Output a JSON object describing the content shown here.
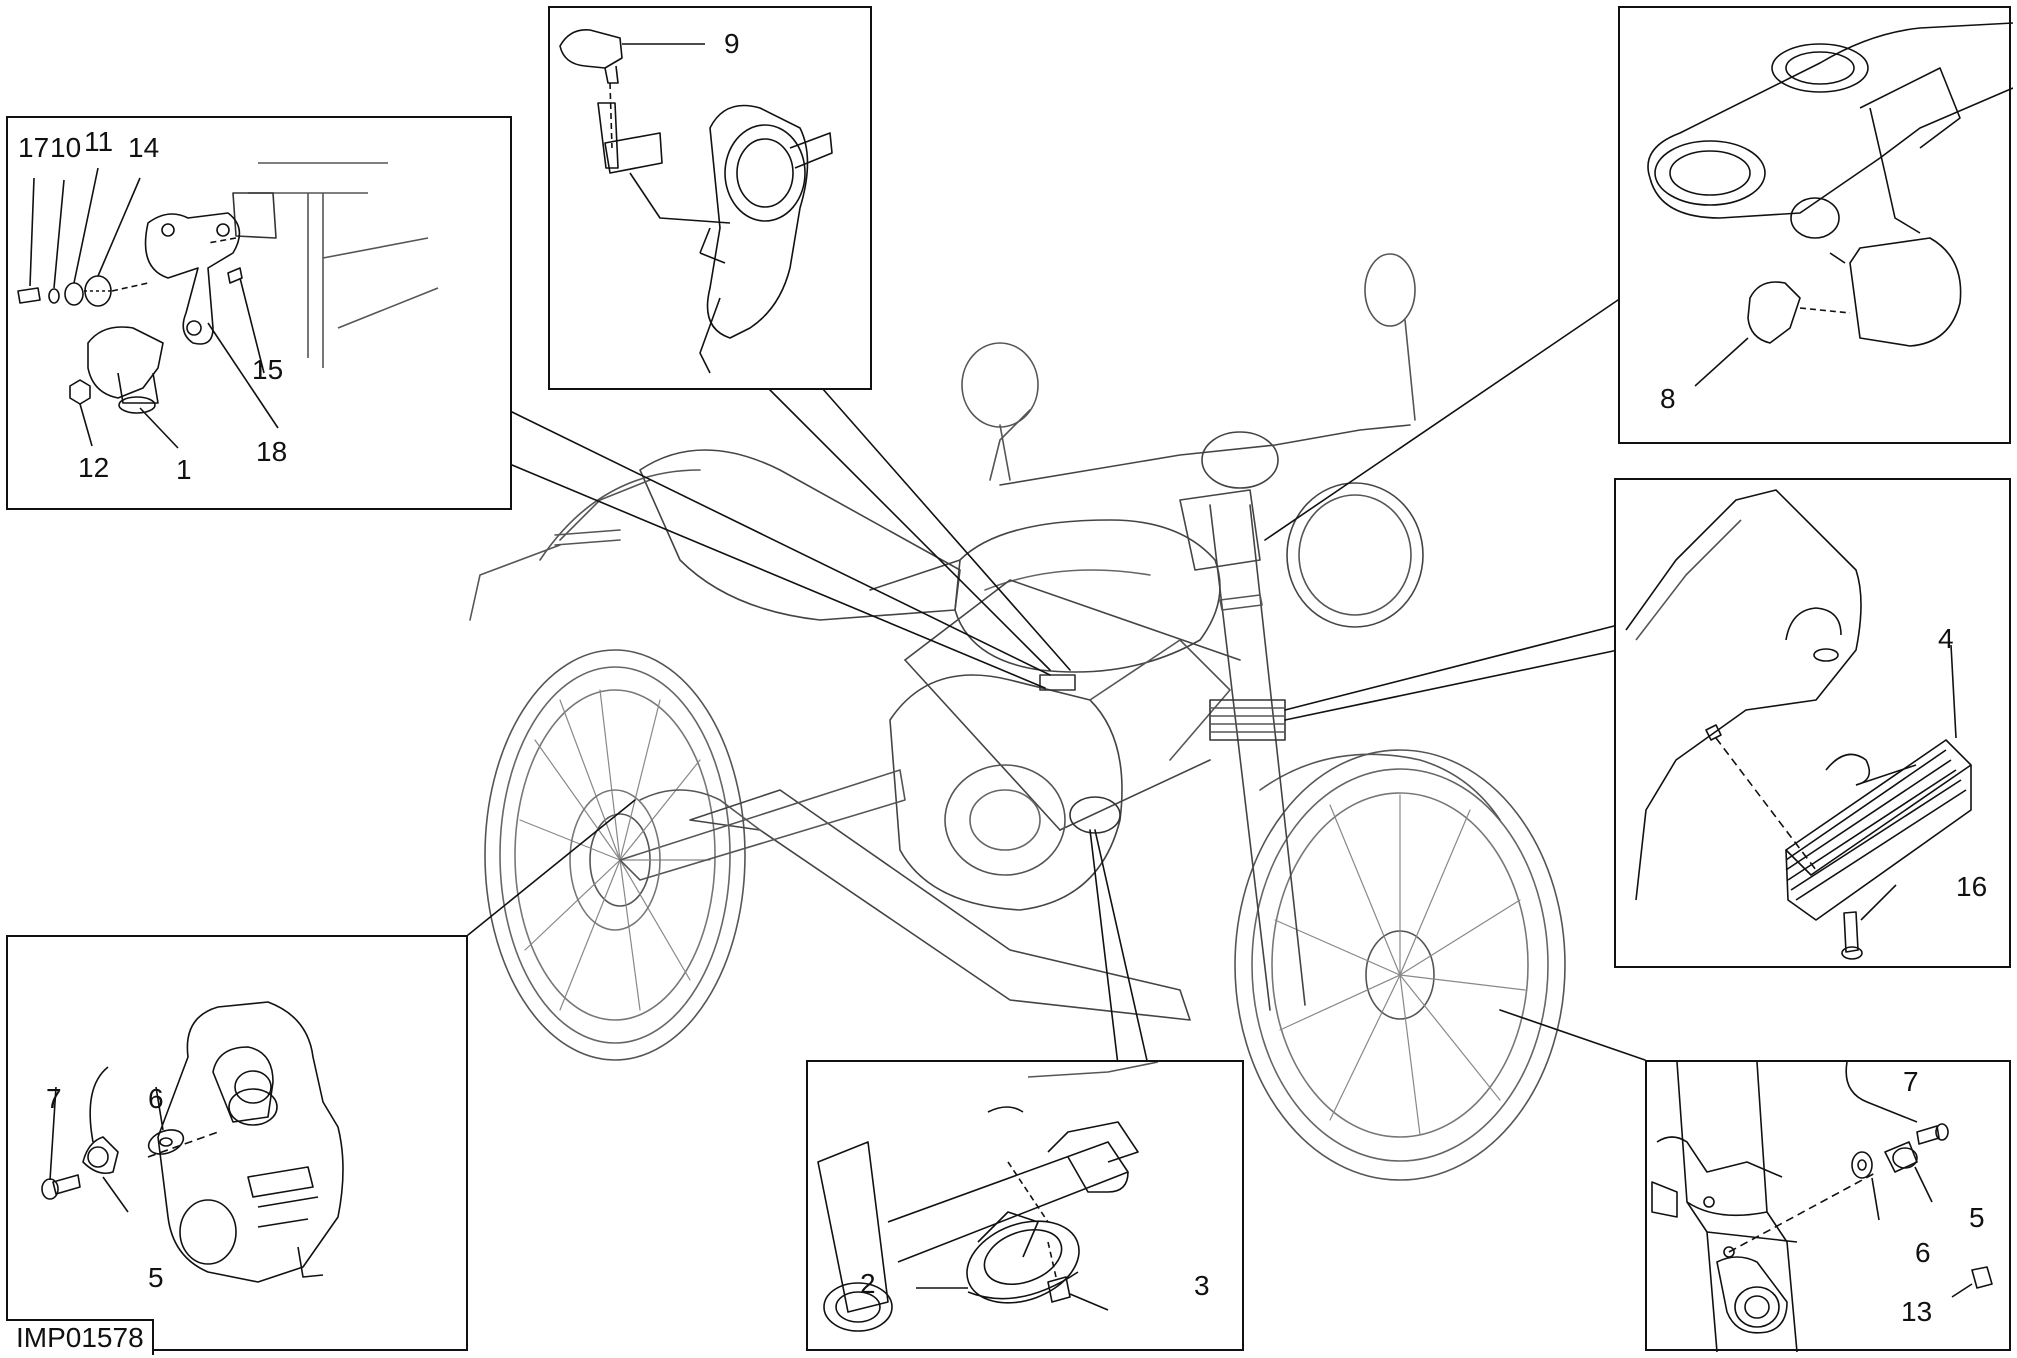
{
  "reference_code": "IMP01578",
  "colors": {
    "line": "#111111",
    "faint_line": "#444444",
    "background": "#ffffff"
  },
  "panels": {
    "top_left": {
      "callouts": [
        "17",
        "10",
        "11",
        "14",
        "15",
        "12",
        "1",
        "18"
      ]
    },
    "top_center": {
      "callouts": [
        "9"
      ]
    },
    "top_right": {
      "callouts": [
        "8"
      ]
    },
    "mid_right": {
      "callouts": [
        "4",
        "16"
      ]
    },
    "bottom_left": {
      "callouts": [
        "7",
        "6",
        "5"
      ]
    },
    "bottom_center": {
      "callouts": [
        "2",
        "3"
      ]
    },
    "bottom_right": {
      "callouts": [
        "7",
        "5",
        "6",
        "13"
      ]
    }
  }
}
